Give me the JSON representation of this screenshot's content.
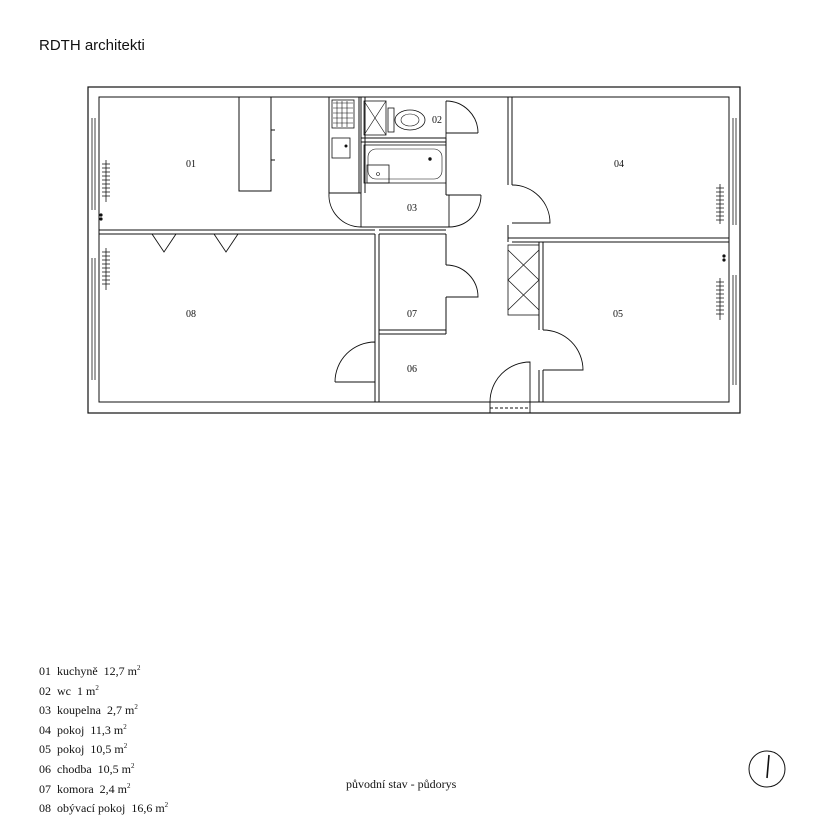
{
  "brand": "RDTH architekti",
  "rooms": {
    "r01": "01",
    "r02": "02",
    "r03": "03",
    "r04": "04",
    "r05": "05",
    "r06": "06",
    "r07": "07",
    "r08": "08"
  },
  "legend": [
    {
      "num": "01",
      "name": "kuchyně",
      "area": "12,7 m",
      "unit_exp": "2"
    },
    {
      "num": "02",
      "name": "wc",
      "area": "1 m",
      "unit_exp": "2"
    },
    {
      "num": "03",
      "name": "koupelna",
      "area": "2,7 m",
      "unit_exp": "2"
    },
    {
      "num": "04",
      "name": "pokoj",
      "area": "11,3 m",
      "unit_exp": "2"
    },
    {
      "num": "05",
      "name": "pokoj",
      "area": "10,5 m",
      "unit_exp": "2"
    },
    {
      "num": "06",
      "name": "chodba",
      "area": "10,5 m",
      "unit_exp": "2"
    },
    {
      "num": "07",
      "name": "komora",
      "area": "2,4 m",
      "unit_exp": "2"
    },
    {
      "num": "08",
      "name": "obývací pokoj",
      "area": "16,6 m",
      "unit_exp": "2"
    }
  ],
  "caption": "původní stav - půdorys"
}
